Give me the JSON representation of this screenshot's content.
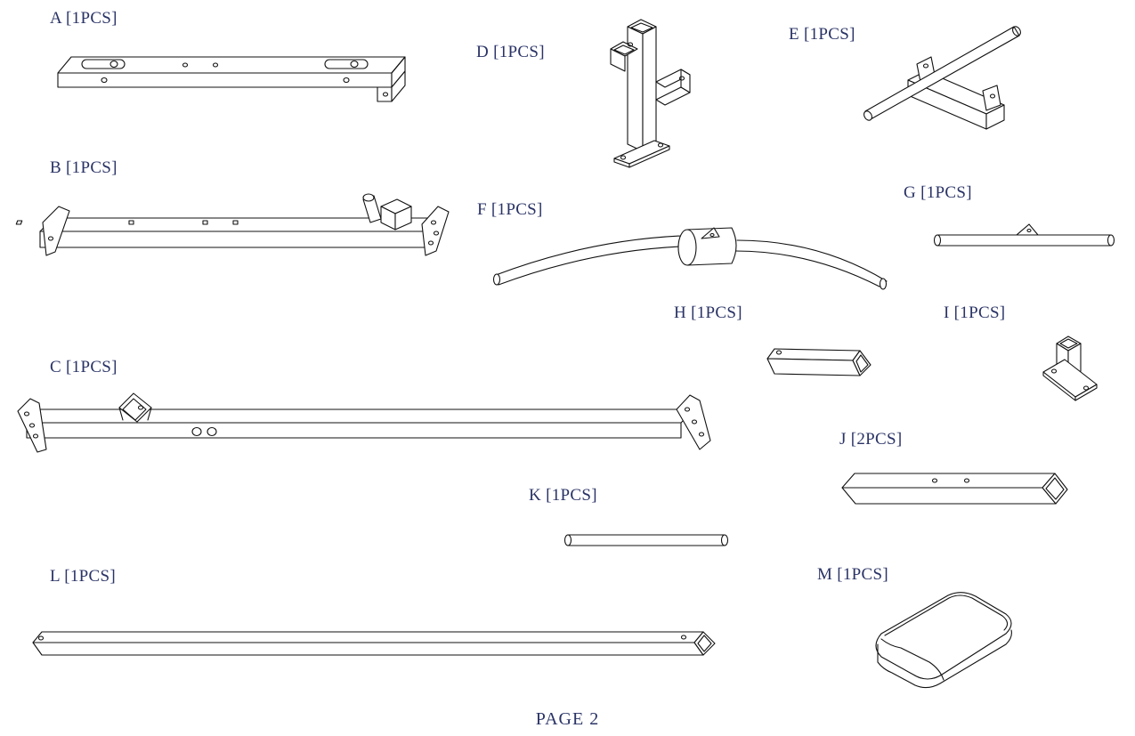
{
  "parts": [
    {
      "id": "A",
      "label": "A  [1PCS]"
    },
    {
      "id": "B",
      "label": "B  [1PCS]"
    },
    {
      "id": "C",
      "label": "C  [1PCS]"
    },
    {
      "id": "D",
      "label": "D  [1PCS]"
    },
    {
      "id": "E",
      "label": "E  [1PCS]"
    },
    {
      "id": "F",
      "label": "F  [1PCS]"
    },
    {
      "id": "G",
      "label": "G  [1PCS]"
    },
    {
      "id": "H",
      "label": "H  [1PCS]"
    },
    {
      "id": "I",
      "label": "I  [1PCS]"
    },
    {
      "id": "J",
      "label": "J  [2PCS]"
    },
    {
      "id": "K",
      "label": "K  [1PCS]"
    },
    {
      "id": "L",
      "label": "L  [1PCS]"
    },
    {
      "id": "M",
      "label": "M  [1PCS]"
    }
  ],
  "footer": {
    "page_label": "PAGE  2"
  },
  "colors": {
    "label_text": "#2a3366",
    "line": "#111111",
    "background": "#ffffff"
  }
}
